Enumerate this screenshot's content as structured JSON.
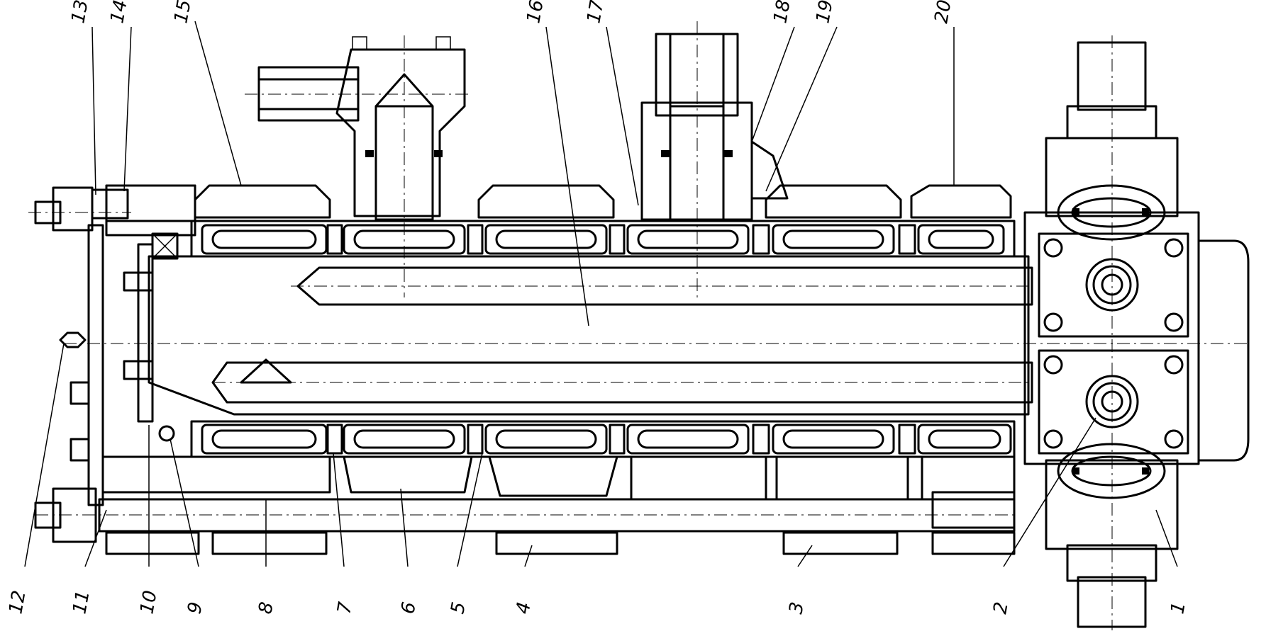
{
  "diagram": {
    "labels_bottom": [
      "12",
      "11",
      "10",
      "9",
      "8",
      "7",
      "6",
      "5",
      "4",
      "3",
      "2",
      "1"
    ],
    "labels_top": [
      "13",
      "14",
      "15",
      "16",
      "17",
      "18",
      "19",
      "20"
    ]
  }
}
